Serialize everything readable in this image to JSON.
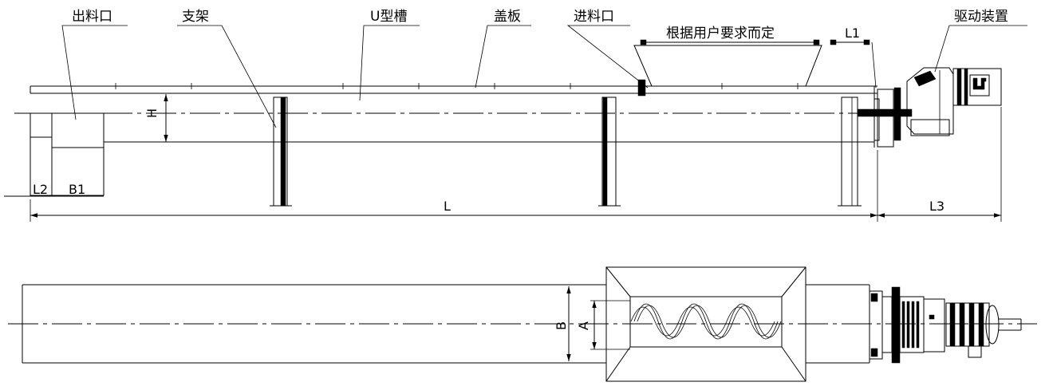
{
  "labels": {
    "outlet": "出料口",
    "support": "支架",
    "u_trough": "U型槽",
    "cover": "盖板",
    "inlet": "进料口",
    "user_defined": "根据用户要求而定",
    "drive": "驱动装置"
  },
  "dimensions": {
    "l1": "L1",
    "h": "H",
    "l2": "L2",
    "b1": "B1",
    "l": "L",
    "l3": "L3",
    "b": "B",
    "a": "A"
  }
}
